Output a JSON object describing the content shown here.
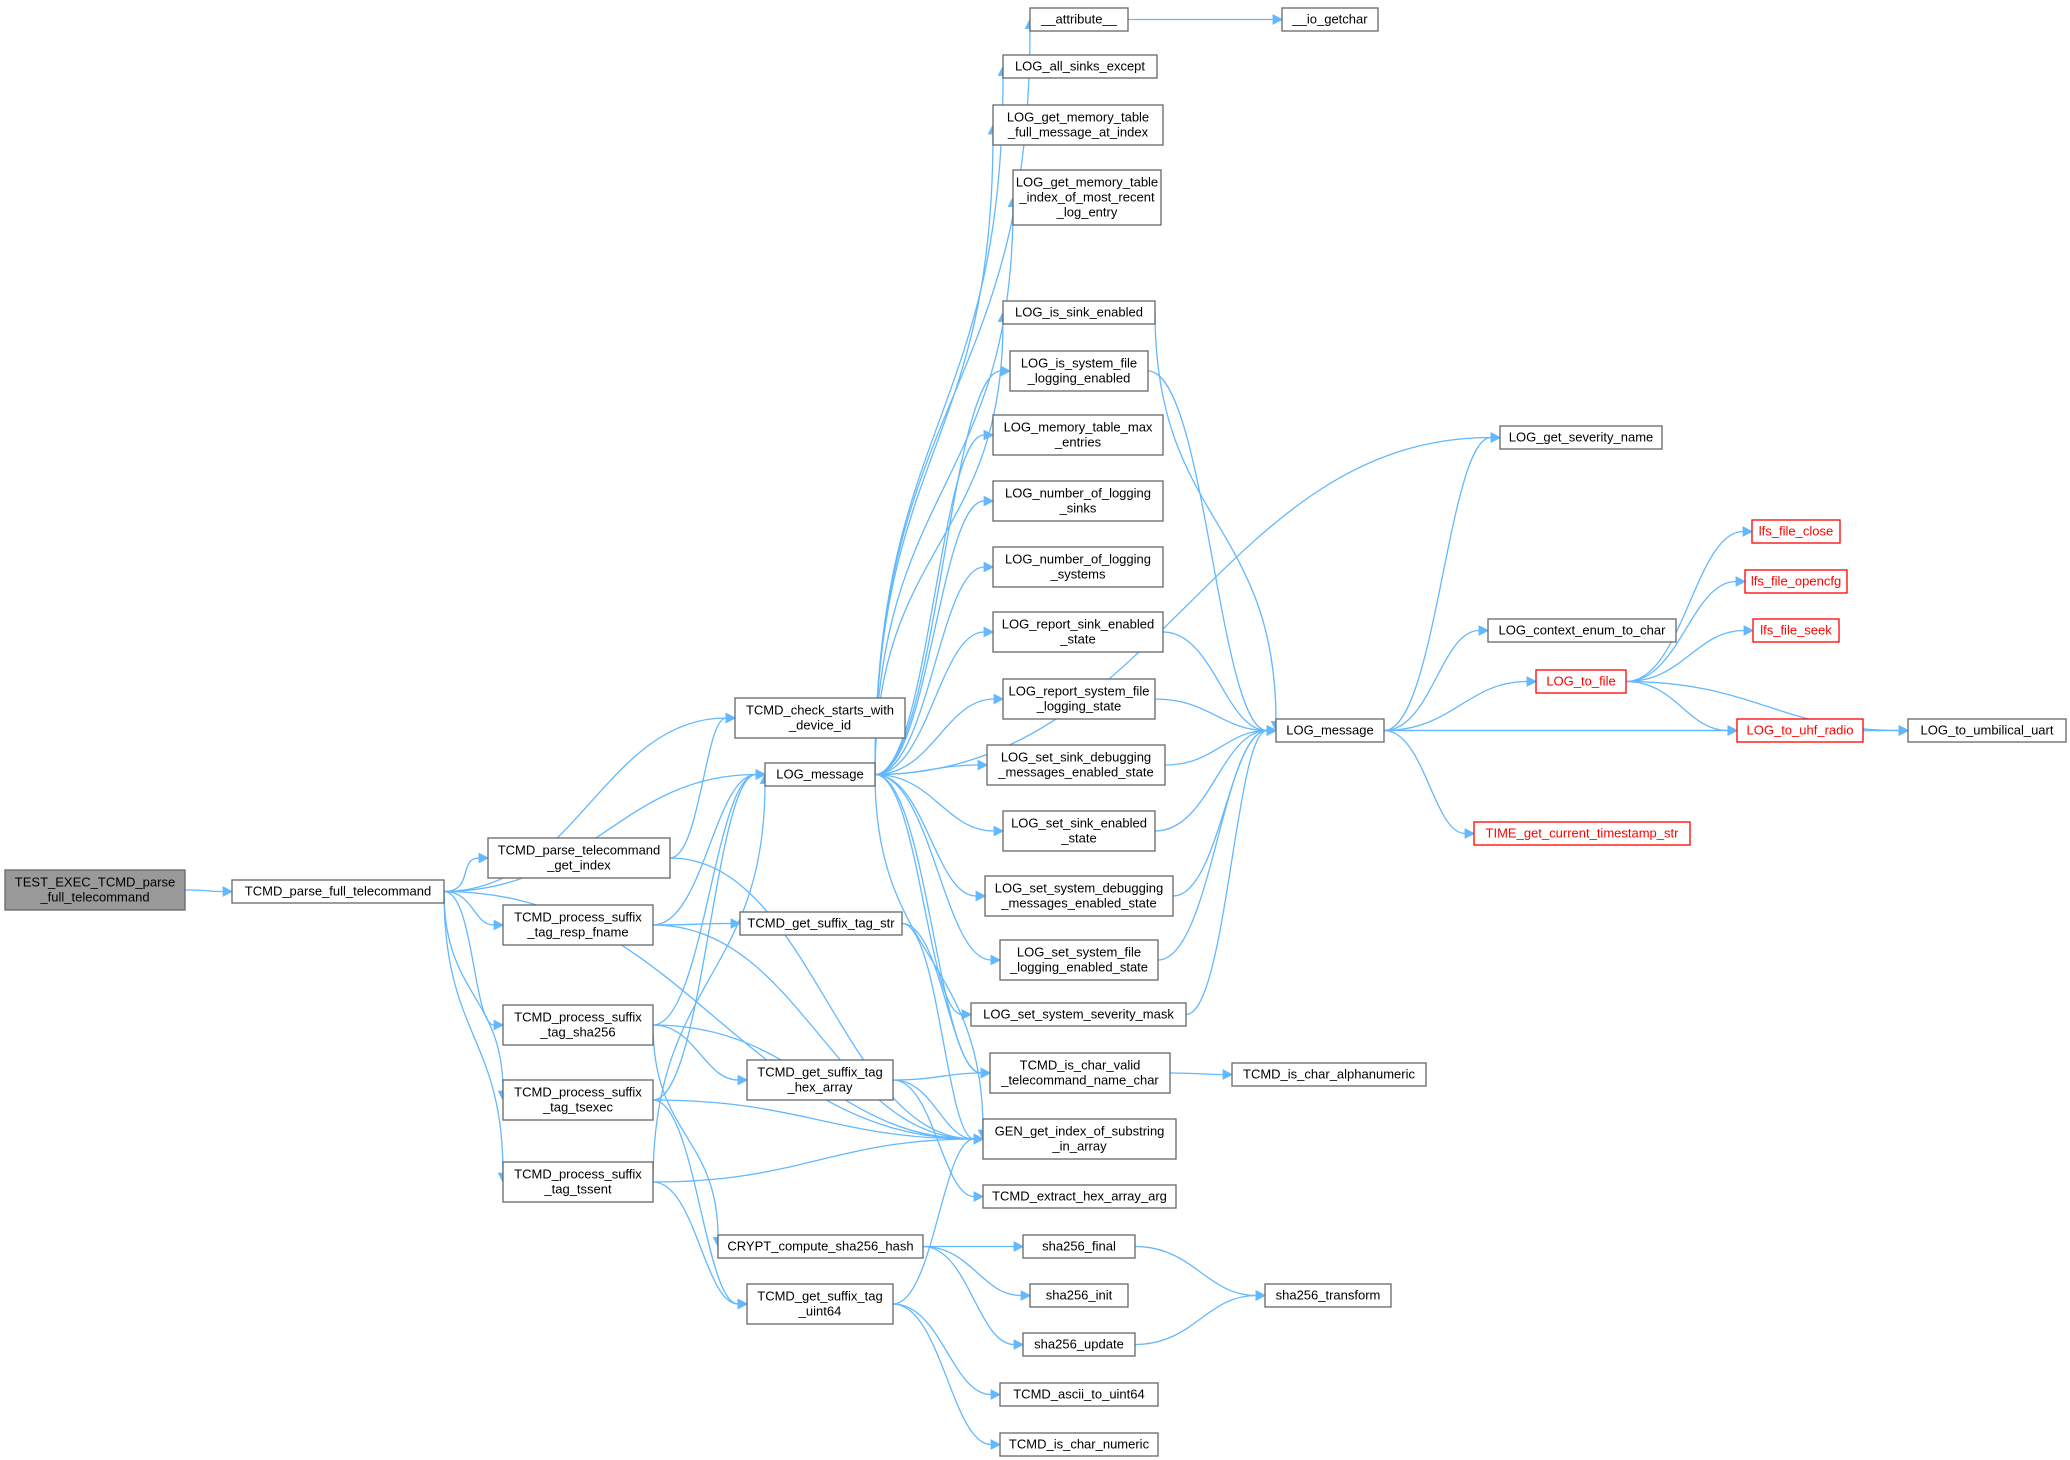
{
  "colors": {
    "edge": "#63b8ff",
    "border": "#666666",
    "root_fill": "#999999",
    "red": "#ff0000"
  },
  "nodes": {
    "root": [
      "TEST_EXEC_TCMD_parse",
      "_full_telecommand"
    ],
    "parse_full": [
      "TCMD_parse_full_telecommand"
    ],
    "check_starts": [
      "TCMD_check_starts_with",
      "_device_id"
    ],
    "log_message_mid": [
      "LOG_message"
    ],
    "parse_get_index": [
      "TCMD_parse_telecommand",
      "_get_index"
    ],
    "suffix_resp_fname": [
      "TCMD_process_suffix",
      "_tag_resp_fname"
    ],
    "get_suffix_tag_str": [
      "TCMD_get_suffix_tag_str"
    ],
    "suffix_sha256": [
      "TCMD_process_suffix",
      "_tag_sha256"
    ],
    "suffix_tsexec": [
      "TCMD_process_suffix",
      "_tag_tsexec"
    ],
    "get_suffix_hex": [
      "TCMD_get_suffix_tag",
      "_hex_array"
    ],
    "suffix_tssent": [
      "TCMD_process_suffix",
      "_tag_tssent"
    ],
    "crypt_sha256": [
      "CRYPT_compute_sha256_hash"
    ],
    "get_suffix_uint64": [
      "TCMD_get_suffix_tag",
      "_uint64"
    ],
    "attribute": [
      "__attribute__"
    ],
    "io_getchar": [
      "__io_getchar"
    ],
    "log_all_sinks": [
      "LOG_all_sinks_except"
    ],
    "log_mem_full": [
      "LOG_get_memory_table",
      "_full_message_at_index"
    ],
    "log_mem_idx": [
      "LOG_get_memory_table",
      "_index_of_most_recent",
      "_log_entry"
    ],
    "log_is_sink": [
      "LOG_is_sink_enabled"
    ],
    "log_is_sysfile": [
      "LOG_is_system_file",
      "_logging_enabled"
    ],
    "log_mem_max": [
      "LOG_memory_table_max",
      "_entries"
    ],
    "log_num_sinks": [
      "LOG_number_of_logging",
      "_sinks"
    ],
    "log_num_systems": [
      "LOG_number_of_logging",
      "_systems"
    ],
    "log_report_sink": [
      "LOG_report_sink_enabled",
      "_state"
    ],
    "log_report_sysfile": [
      "LOG_report_system_file",
      "_logging_state"
    ],
    "log_set_sink_dbg": [
      "LOG_set_sink_debugging",
      "_messages_enabled_state"
    ],
    "log_set_sink_en": [
      "LOG_set_sink_enabled",
      "_state"
    ],
    "log_set_sys_dbg": [
      "LOG_set_system_debugging",
      "_messages_enabled_state"
    ],
    "log_set_sys_file": [
      "LOG_set_system_file",
      "_logging_enabled_state"
    ],
    "log_set_sys_sev": [
      "LOG_set_system_severity_mask"
    ],
    "is_char_valid": [
      "TCMD_is_char_valid",
      "_telecommand_name_char"
    ],
    "gen_get_index": [
      "GEN_get_index_of_substring",
      "_in_array"
    ],
    "extract_hex": [
      "TCMD_extract_hex_array_arg"
    ],
    "sha_final": [
      "sha256_final"
    ],
    "sha_init": [
      "sha256_init"
    ],
    "sha_update": [
      "sha256_update"
    ],
    "ascii_uint64": [
      "TCMD_ascii_to_uint64"
    ],
    "is_char_numeric": [
      "TCMD_is_char_numeric"
    ],
    "log_severity_name": [
      "LOG_get_severity_name"
    ],
    "log_message_right": [
      "LOG_message"
    ],
    "char_alnum": [
      "TCMD_is_char_alphanumeric"
    ],
    "sha_transform": [
      "sha256_transform"
    ],
    "log_context": [
      "LOG_context_enum_to_char"
    ],
    "log_to_file": [
      "LOG_to_file"
    ],
    "time_ts": [
      "TIME_get_current_timestamp_str"
    ],
    "lfs_close": [
      "lfs_file_close"
    ],
    "lfs_opencfg": [
      "lfs_file_opencfg"
    ],
    "lfs_seek": [
      "lfs_file_seek"
    ],
    "log_to_uhf": [
      "LOG_to_uhf_radio"
    ],
    "log_to_umb": [
      "LOG_to_umbilical_uart"
    ]
  }
}
